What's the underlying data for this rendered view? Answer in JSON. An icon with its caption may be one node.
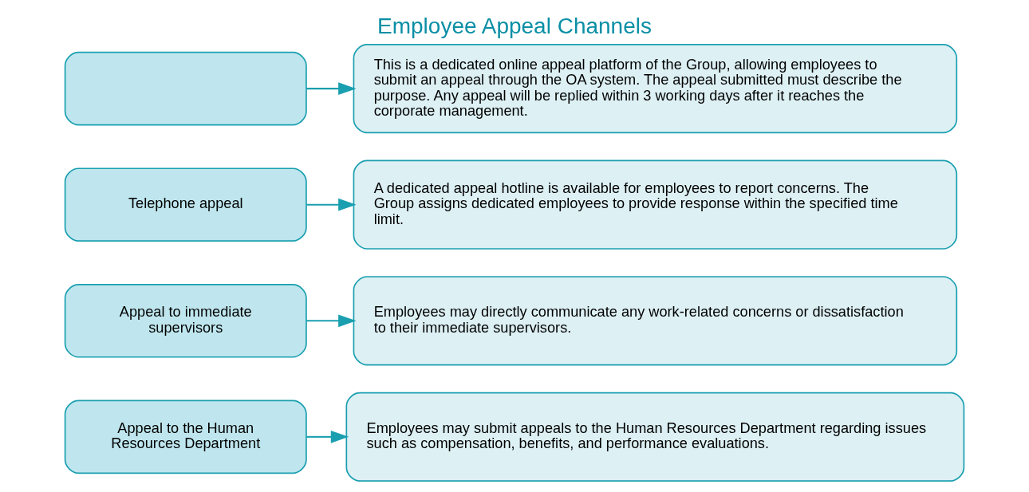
{
  "diagram": {
    "title": "Employee Appeal Channels",
    "nodes": [
      {
        "text": [],
        "shape": "box"
      },
      {
        "text": [
          "This is a dedicated online appeal platform of the Group, allowing employees to submit an appeal through the OA system. The appeal submitted must describe the purpose. Any appeal will be replied within 3 working days after it reaches the corporate management."
        ]
      },
      {
        "text": [
          "Telephone appeal"
        ]
      },
      {
        "text": [
          "A dedicated appeal hotline is available for employees to report concerns. The Group assigns dedicated employees to provide response within the specified time limit."
        ]
      },
      {
        "text": [
          "Appeal to immediate supervisors"
        ]
      },
      {
        "text": [
          "Employees may directly communicate any work-related concerns or dissatisfaction to their immediate supervisors."
        ]
      },
      {
        "text": [
          "Appeal to the Human Resources Department"
        ]
      },
      {
        "text": [
          "Employees may submit appeals to the Human Resources Department regarding issues such as compensation, benefits, and performance evaluations."
        ]
      }
    ],
    "edges": [
      {
        "from": 0,
        "to": 1,
        "arrow": "to"
      },
      {
        "from": 2,
        "to": 3,
        "arrow": "to"
      },
      {
        "from": 4,
        "to": 5,
        "arrow": "to"
      },
      {
        "from": 6,
        "to": 7,
        "arrow": "to"
      }
    ]
  }
}
